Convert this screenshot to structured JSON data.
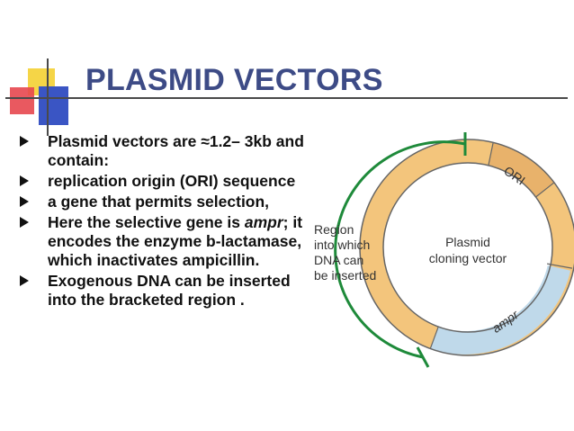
{
  "title": "PLASMID VECTORS",
  "bullets": [
    {
      "text": "Plasmid vectors are ≈1.2– 3kb  and contain:"
    },
    {
      "text": "replication origin (ORI) sequence"
    },
    {
      "text": "a gene that permits selection,"
    },
    {
      "pre": "Here the selective gene is ",
      "em": "ampr",
      "post": "; it encodes the enzyme b-lactamase, which inactivates ampicillin."
    },
    {
      "text": "Exogenous DNA can be inserted into the bracketed region ."
    }
  ],
  "diagram": {
    "region_label": [
      "Region",
      "into which",
      "DNA can",
      "be inserted"
    ],
    "center_label": [
      "Plasmid",
      "cloning vector"
    ],
    "ori_label": "ORI",
    "amp_label": "ampr",
    "colors": {
      "ring": "#f3c57c",
      "ori": "#e8b26b",
      "amp": "#bfd9ea",
      "bracket": "#1e8a3a",
      "outline": "#666666"
    }
  }
}
